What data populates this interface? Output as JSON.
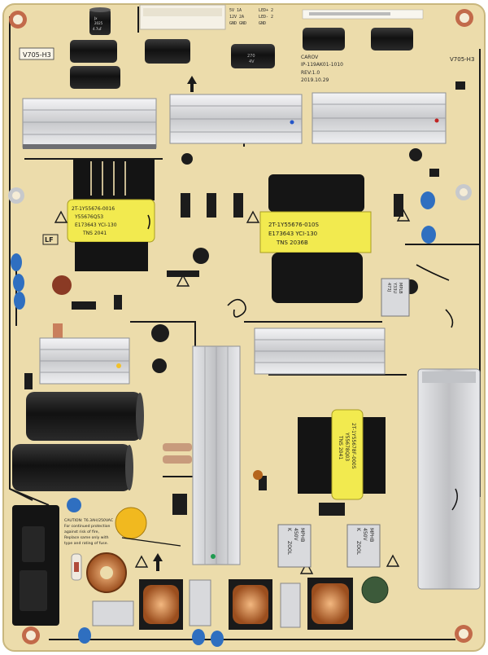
{
  "board": {
    "model_left": "V705-H3",
    "model_right": "V705-H3",
    "part_code": "CAROV",
    "part_number": "IP-119AK01-1010",
    "revision": "REV:1.0",
    "date": "2019.10.29",
    "marking_lf": "LF",
    "colors": {
      "pcb": "#ecdcab",
      "heatsink": "#d7d8da",
      "transformer_yellow": "#f2ea4f",
      "capacitor_black": "#1a1a1a",
      "trace": "#1a1a1a",
      "blue_cap": "#2f6fc0",
      "fuse_cap_orange": "#f1b91f"
    }
  },
  "transformers": {
    "left": {
      "line1": "2T-1Y55676-0016",
      "line2": "Y55676Q53",
      "line3": "E173643 YCI-130",
      "line4": "TNS 2041"
    },
    "center": {
      "line1": "2T-1Y55676-010S",
      "line2": "E173643 YCI-130",
      "line3": "TNS 2036B"
    },
    "lower": {
      "line1": "2T-1Y55678F-000S",
      "line2": "Y55678Q03",
      "line3": "TNS 2041"
    }
  },
  "capacitors": {
    "small_top": {
      "line1": "Jx",
      "line2": "2025",
      "line3": "4.7uF"
    },
    "center_top": {
      "line1": "270",
      "line2": "4V"
    },
    "x_cap_right": {
      "line1": "MPLB",
      "line2": "Y33U",
      "line3": "473J"
    },
    "x_cap_bottom_left": {
      "line1": "MPHB",
      "line2": "450V",
      "line3": "K",
      "line4": "ZOOL"
    },
    "x_cap_bottom_right": {
      "line1": "MPHB",
      "line2": "450V",
      "line3": "K",
      "line4": "ZOOL"
    }
  },
  "caution": {
    "line1": "CAUTION: T6.3AH/250VAC",
    "line2": "For continued protection",
    "line3": "against risk of fire,",
    "line4": "Replace same only with",
    "line5": "type and rating of fuse."
  }
}
